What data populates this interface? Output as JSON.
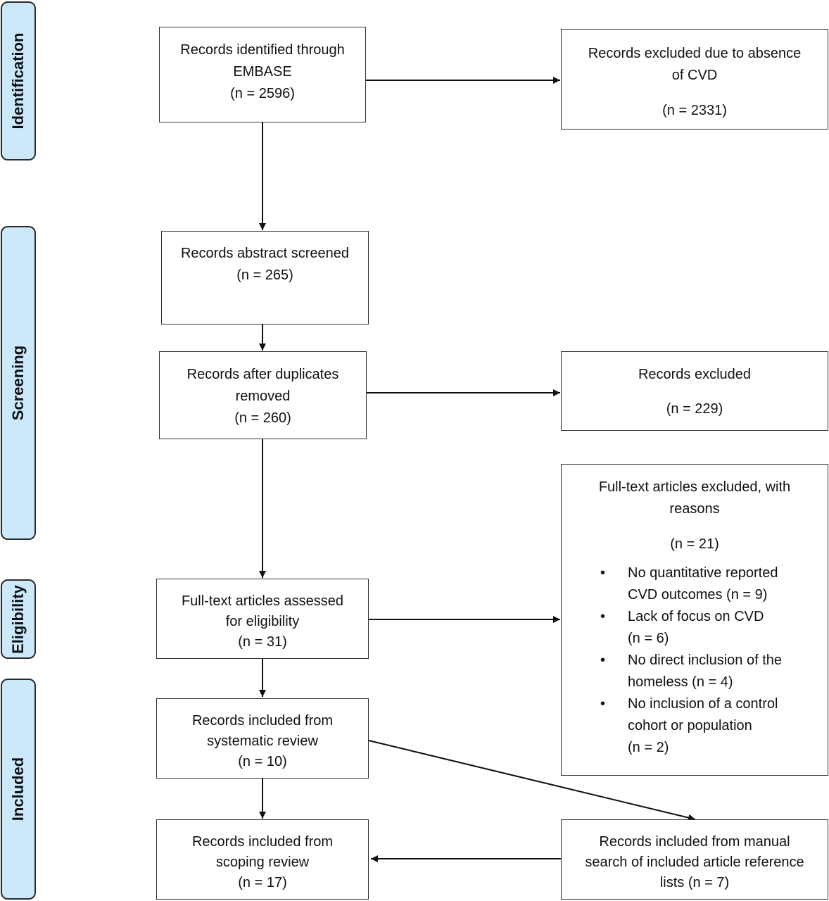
{
  "stages": [
    "Identification",
    "Screening",
    "Eligibility",
    "Included"
  ],
  "boxes": {
    "identified": {
      "line1": "Records identified through",
      "line2": "EMBASE",
      "count": "(n = 2596)"
    },
    "excluded_cvd": {
      "line1": "Records excluded due to absence",
      "line2": "of CVD",
      "count": "(n = 2331)"
    },
    "abstract_screened": {
      "line1": "Records abstract screened",
      "count": "(n = 265)"
    },
    "duplicates_removed": {
      "line1": "Records after duplicates",
      "line2": "removed",
      "count": "(n = 260)"
    },
    "excluded": {
      "line1": "Records excluded",
      "count": "(n = 229)"
    },
    "fulltext_excluded": {
      "line1": "Full-text articles excluded, with",
      "line2": "reasons",
      "count": "(n = 21)",
      "bullet": "•",
      "reasons": [
        {
          "line1": "No quantitative reported",
          "line2": "CVD outcomes (n = 9)"
        },
        {
          "line1": "Lack of focus on CVD",
          "line2": "(n = 6)"
        },
        {
          "line1": "No direct inclusion of the",
          "line2": "homeless (n = 4)"
        },
        {
          "line1": "No inclusion of a control",
          "line2": "cohort or population",
          "line3": "(n = 2)"
        }
      ]
    },
    "fulltext_assessed": {
      "line1": "Full-text articles assessed",
      "line2": "for eligibility",
      "count": "(n = 31)"
    },
    "systematic_review": {
      "line1": "Records included from",
      "line2": "systematic review",
      "count": "(n = 10)"
    },
    "scoping_review": {
      "line1": "Records included from",
      "line2": "scoping review",
      "count": "(n = 17)"
    },
    "manual_search": {
      "line1": "Records included from manual",
      "line2": "search of included article reference",
      "line3": "lists (n = 7)"
    }
  }
}
